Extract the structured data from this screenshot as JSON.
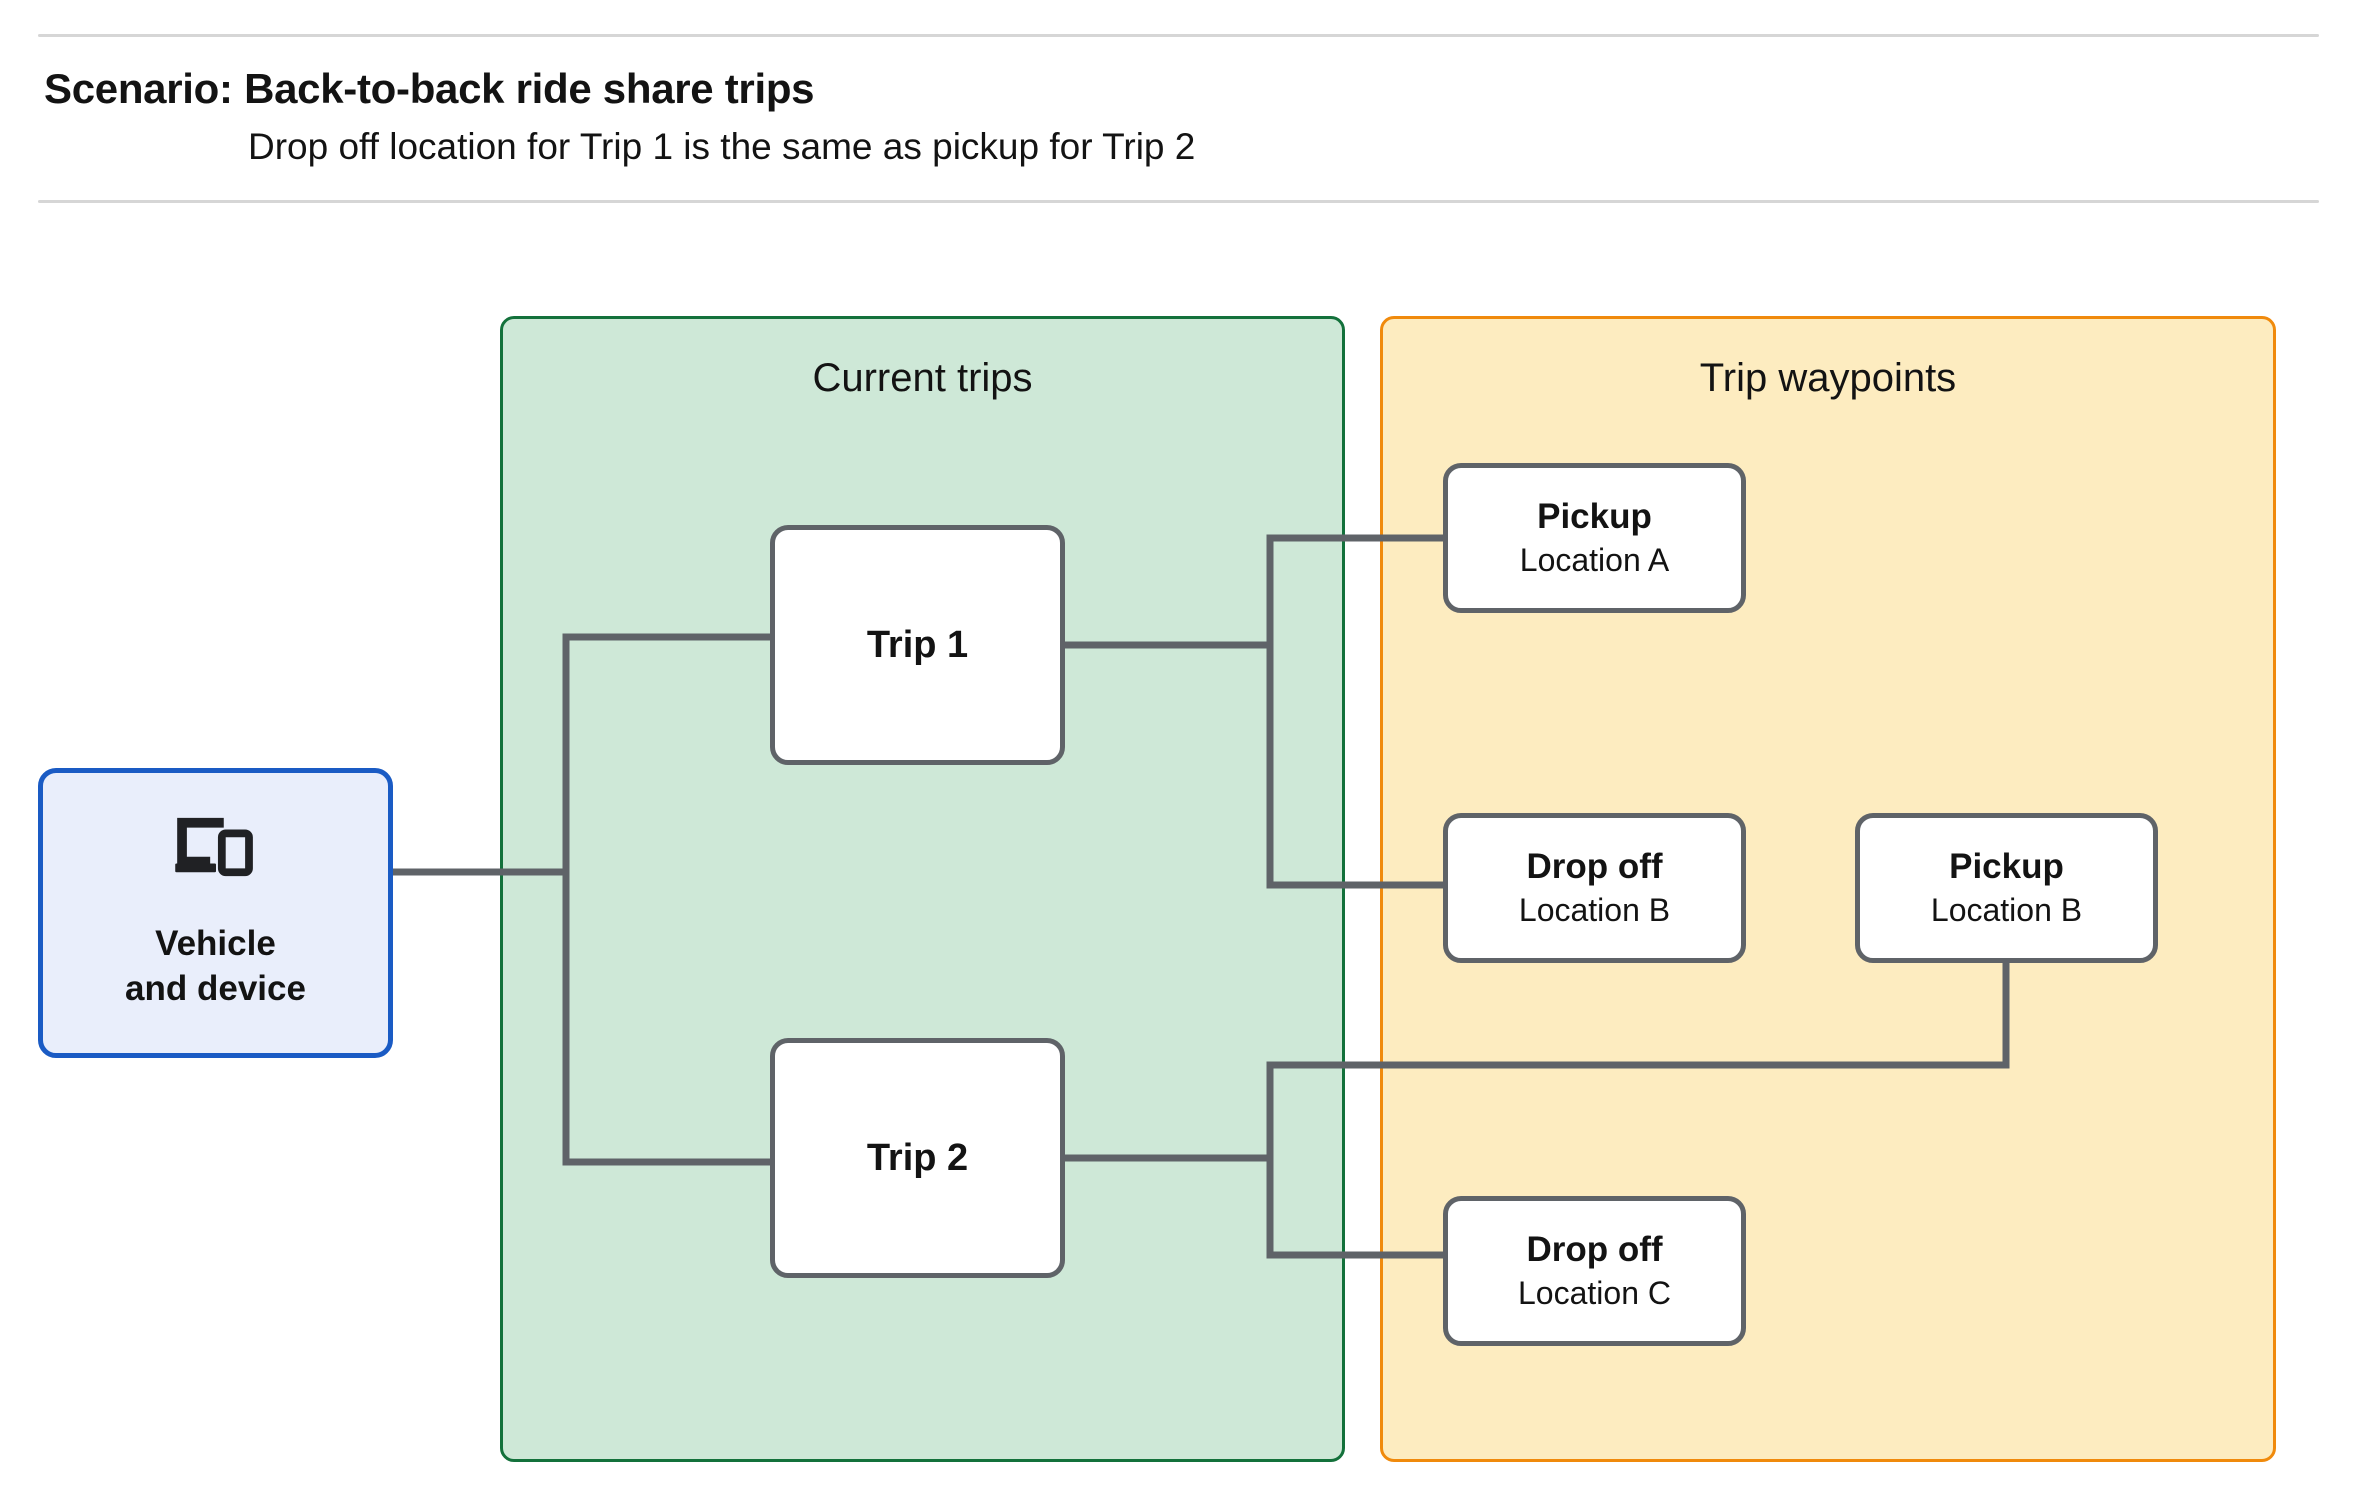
{
  "header": {
    "title": "Scenario: Back-to-back ride share trips",
    "subtitle": "Drop off  location for Trip 1 is the same as pickup for Trip 2"
  },
  "panels": {
    "current_trips": {
      "title": "Current trips",
      "fill": "#cee8d7",
      "border": "#13713b"
    },
    "trip_waypoints": {
      "title": "Trip waypoints",
      "fill": "#fdecc0",
      "border": "#f08a0c"
    }
  },
  "vehicle": {
    "icon": "devices-icon",
    "label": "Vehicle\nand device",
    "fill": "#e9eefb",
    "border": "#1a5bc4"
  },
  "trips": [
    {
      "id": "trip-1",
      "label": "Trip 1"
    },
    {
      "id": "trip-2",
      "label": "Trip 2"
    }
  ],
  "waypoints": [
    {
      "id": "pickup-a",
      "title": "Pickup",
      "location": "Location A"
    },
    {
      "id": "dropoff-b",
      "title": "Drop off",
      "location": "Location B"
    },
    {
      "id": "pickup-b",
      "title": "Pickup",
      "location": "Location B"
    },
    {
      "id": "dropoff-c",
      "title": "Drop off",
      "location": "Location C"
    }
  ],
  "connector_color": "#5f6368",
  "diagram_data": {
    "type": "node-link-diagram",
    "nodes": [
      "Vehicle and device",
      "Trip 1",
      "Trip 2",
      "Pickup Location A",
      "Drop off Location B",
      "Pickup Location B",
      "Drop off Location C"
    ],
    "edges": [
      [
        "Vehicle and device",
        "Trip 1"
      ],
      [
        "Vehicle and device",
        "Trip 2"
      ],
      [
        "Trip 1",
        "Pickup Location A"
      ],
      [
        "Trip 1",
        "Drop off Location B"
      ],
      [
        "Trip 2",
        "Pickup Location B"
      ],
      [
        "Trip 2",
        "Drop off Location C"
      ]
    ]
  }
}
